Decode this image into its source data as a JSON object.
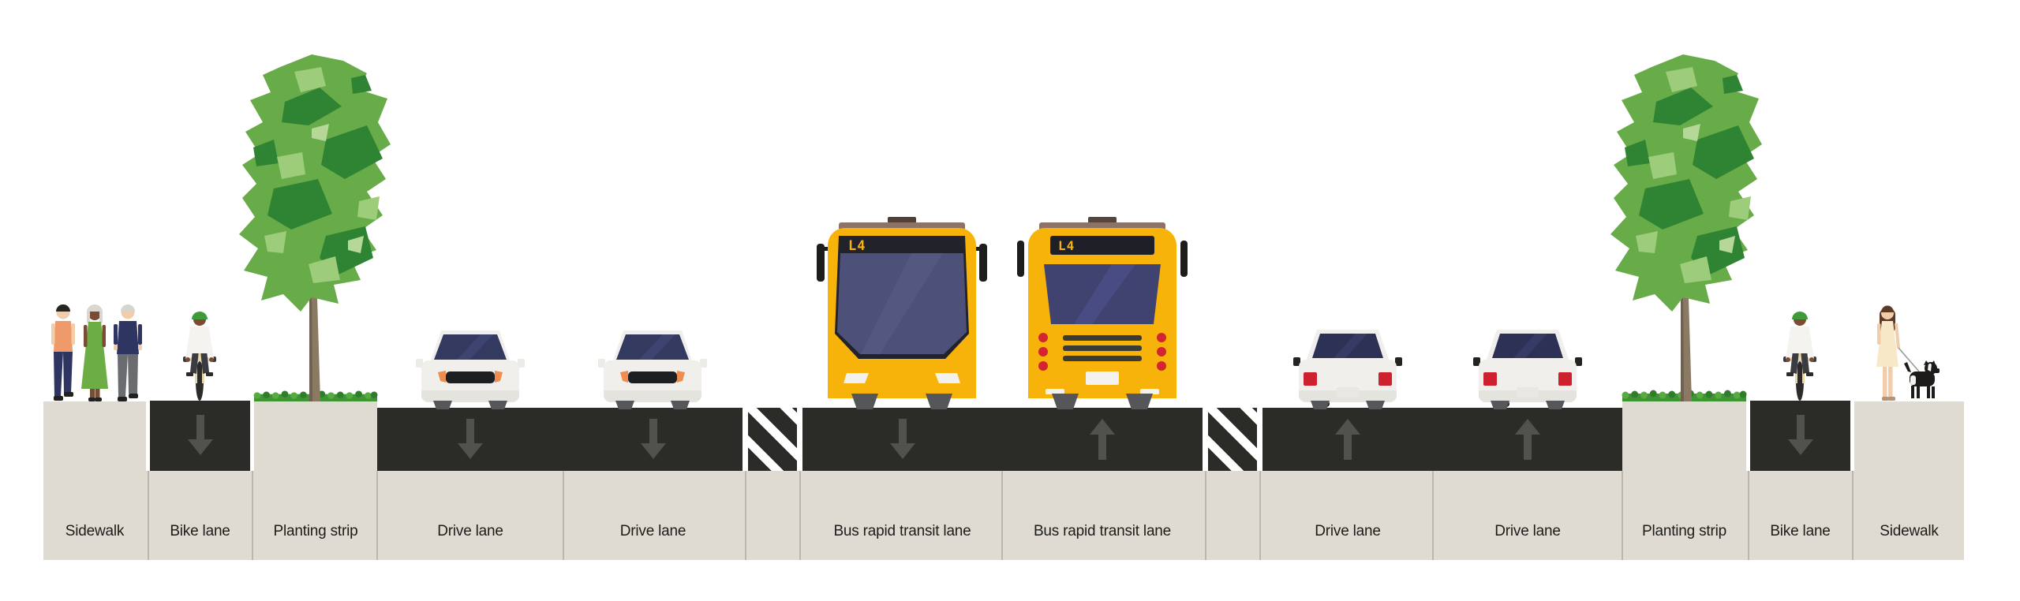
{
  "street": {
    "segments": [
      {
        "name": "sidewalk-left",
        "type": "sidewalk",
        "label": "Sidewalk",
        "arrow": null
      },
      {
        "name": "bike-lane-left",
        "type": "bike",
        "label": "Bike lane",
        "arrow": "down"
      },
      {
        "name": "planting-strip-left",
        "type": "planting",
        "label": "Planting strip",
        "arrow": null
      },
      {
        "name": "drive-lane-1",
        "type": "road",
        "label": "Drive lane",
        "arrow": "down"
      },
      {
        "name": "drive-lane-2",
        "type": "road",
        "label": "Drive lane",
        "arrow": "down"
      },
      {
        "name": "buffer-left",
        "type": "buffer",
        "label": "",
        "arrow": null
      },
      {
        "name": "bus-rapid-transit-lane-inbound",
        "type": "road",
        "label": "Bus rapid transit lane",
        "arrow": "down"
      },
      {
        "name": "bus-rapid-transit-lane-outbound",
        "type": "road",
        "label": "Bus rapid transit lane",
        "arrow": "up"
      },
      {
        "name": "buffer-right",
        "type": "buffer",
        "label": "",
        "arrow": null
      },
      {
        "name": "drive-lane-3",
        "type": "road",
        "label": "Drive lane",
        "arrow": "up"
      },
      {
        "name": "drive-lane-4",
        "type": "road",
        "label": "Drive lane",
        "arrow": "up"
      },
      {
        "name": "planting-strip-right",
        "type": "planting",
        "label": "Planting strip",
        "arrow": null
      },
      {
        "name": "bike-lane-right",
        "type": "bike",
        "label": "Bike lane",
        "arrow": "down"
      },
      {
        "name": "sidewalk-right",
        "type": "sidewalk",
        "label": "Sidewalk",
        "arrow": null
      }
    ]
  },
  "buses": {
    "route_display": "L4"
  },
  "scene_figures": [
    "pedestrians-walking",
    "cyclist",
    "street-tree",
    "grass",
    "car-front",
    "car-front",
    "bus-front",
    "bus-rear",
    "car-rear",
    "car-rear",
    "street-tree",
    "cyclist",
    "woman-walking-dog"
  ],
  "colors": {
    "sky": "#ffffff",
    "ground": "#dfdbd2",
    "asphalt": "#2b2c27",
    "arrow": "#51524d",
    "stripe": "#ffffff",
    "separator": "#bbb7ae",
    "label_text": "#1c1c1a",
    "grass_green": "#3f9434",
    "tree_green": "#68ab49",
    "bus_yellow": "#f7b30a",
    "car_body": "#f1efec",
    "tail_light_red": "#ce212f"
  }
}
